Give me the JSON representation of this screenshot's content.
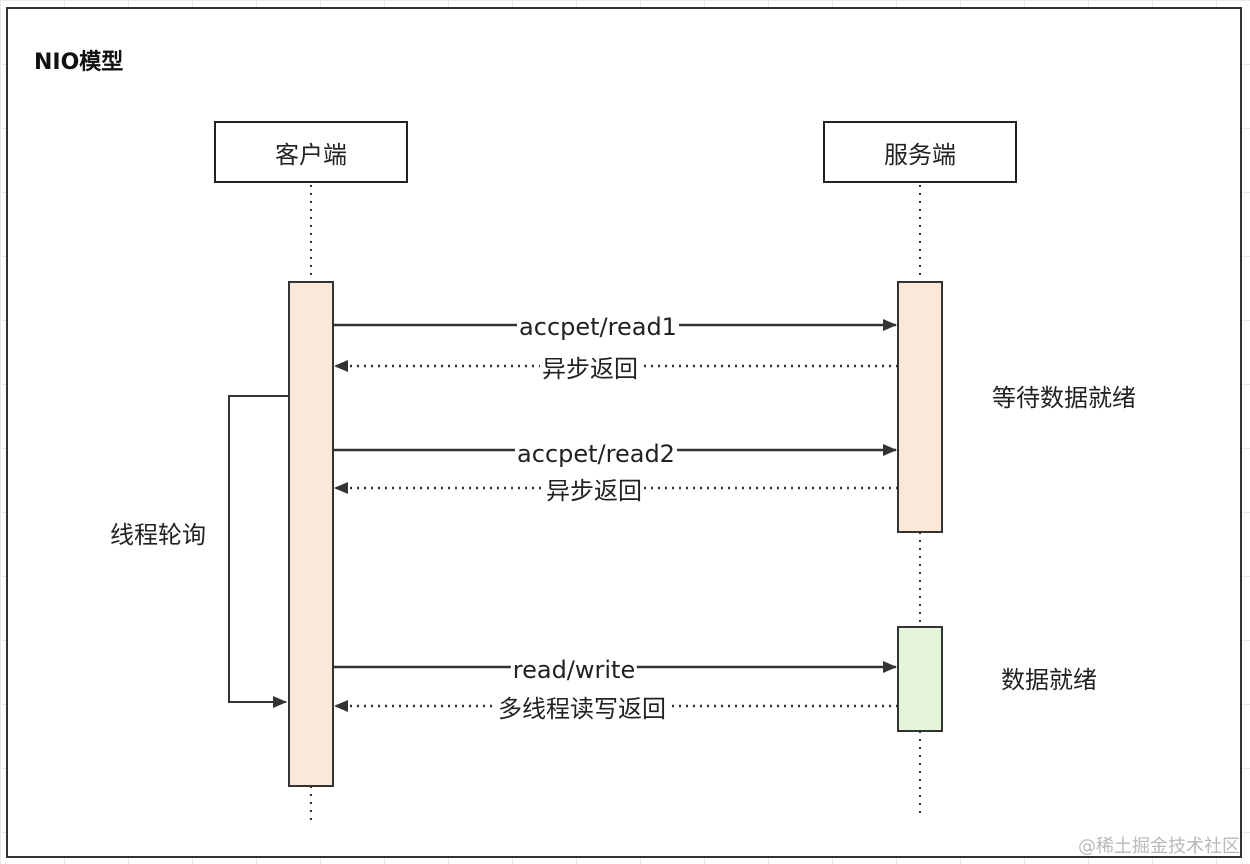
{
  "title": "NIO模型",
  "actors": {
    "client": "客户端",
    "server": "服务端"
  },
  "messages": [
    {
      "label": "accpet/read1",
      "direction": "to-server",
      "style": "solid"
    },
    {
      "label": "异步返回",
      "direction": "to-client",
      "style": "dotted"
    },
    {
      "label": "accpet/read2",
      "direction": "to-server",
      "style": "solid"
    },
    {
      "label": "异步返回",
      "direction": "to-client",
      "style": "dotted"
    },
    {
      "label": "read/write",
      "direction": "to-server",
      "style": "solid"
    },
    {
      "label": "多线程读写返回",
      "direction": "to-client",
      "style": "dotted"
    }
  ],
  "annotations": {
    "loop": "线程轮询",
    "waiting": "等待数据就绪",
    "ready": "数据就绪"
  },
  "colors": {
    "client_activation": "#fbe8da",
    "server_wait_activation": "#fbe8da",
    "server_ready_activation": "#e5f5dc",
    "line": "#333333"
  },
  "watermark": "@稀土掘金技术社区"
}
